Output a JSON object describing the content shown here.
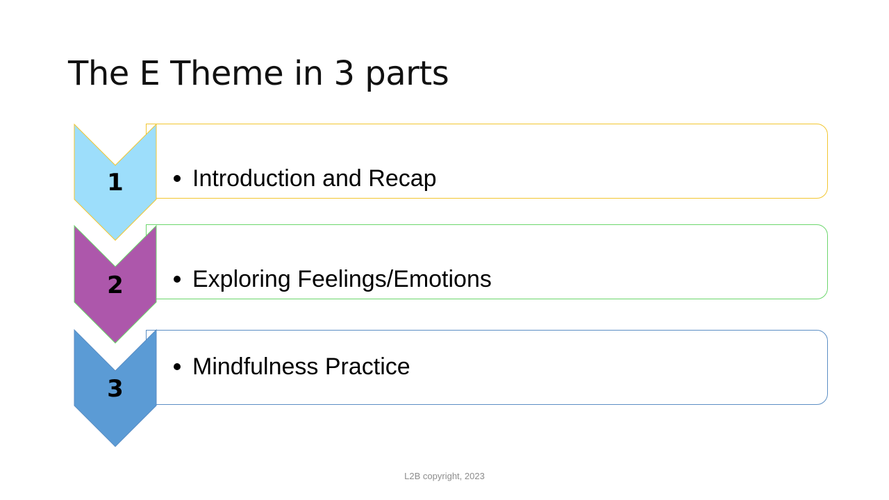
{
  "slide": {
    "title": "The E Theme in 3 parts",
    "footer": "L2B copyright, 2023"
  },
  "steps": [
    {
      "number": "1",
      "text": "Introduction and Recap",
      "chevron_color": "#9DDEFB",
      "border_color": "#F2C630"
    },
    {
      "number": "2",
      "text": "Exploring Feelings/Emotions",
      "chevron_color": "#AD57AB",
      "border_color": "#6CD66C"
    },
    {
      "number": "3",
      "text": "Mindfulness Practice",
      "chevron_color": "#5B9BD5",
      "border_color": "#5B8EC4"
    }
  ]
}
